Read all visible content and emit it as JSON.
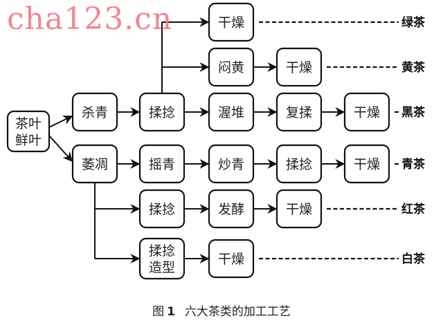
{
  "watermark": "cha123.cn",
  "caption": {
    "prefix": "图",
    "number": "1",
    "title": "六大茶类的加工工艺"
  },
  "nodes": [
    {
      "id": "fresh",
      "lines": [
        "茶叶",
        "鲜叶"
      ]
    },
    {
      "id": "shaqing",
      "lines": [
        "杀青"
      ]
    },
    {
      "id": "weidiao",
      "lines": [
        "萎凋"
      ]
    },
    {
      "id": "rounian1",
      "lines": [
        "揉捻"
      ]
    },
    {
      "id": "yaoqing",
      "lines": [
        "摇青"
      ]
    },
    {
      "id": "rounian2",
      "lines": [
        "揉捻"
      ]
    },
    {
      "id": "rnzx",
      "lines": [
        "揉捻",
        "造型"
      ]
    },
    {
      "id": "gz_green",
      "lines": [
        "干燥"
      ]
    },
    {
      "id": "menhuang",
      "lines": [
        "闷黄"
      ]
    },
    {
      "id": "wodui",
      "lines": [
        "渥堆"
      ]
    },
    {
      "id": "chaoqing",
      "lines": [
        "炒青"
      ]
    },
    {
      "id": "fajiao",
      "lines": [
        "发酵"
      ]
    },
    {
      "id": "gz_white",
      "lines": [
        "干燥"
      ]
    },
    {
      "id": "gz_yellow",
      "lines": [
        "干燥"
      ]
    },
    {
      "id": "furou",
      "lines": [
        "复揉"
      ]
    },
    {
      "id": "rounian3",
      "lines": [
        "揉捻"
      ]
    },
    {
      "id": "gz_red",
      "lines": [
        "干燥"
      ]
    },
    {
      "id": "gz_dark",
      "lines": [
        "干燥"
      ]
    },
    {
      "id": "gz_oolong",
      "lines": [
        "干燥"
      ]
    }
  ],
  "tea_types": [
    {
      "id": "green",
      "label": "绿茶"
    },
    {
      "id": "yellow",
      "label": "黄茶"
    },
    {
      "id": "dark",
      "label": "黑茶"
    },
    {
      "id": "oolong",
      "label": "青茶"
    },
    {
      "id": "red",
      "label": "红茶"
    },
    {
      "id": "white",
      "label": "白茶"
    }
  ],
  "edges": [
    [
      "fresh",
      "shaqing"
    ],
    [
      "fresh",
      "weidiao"
    ],
    [
      "shaqing",
      "rounian1"
    ],
    [
      "rounian1",
      "gz_green"
    ],
    [
      "rounian1",
      "menhuang"
    ],
    [
      "rounian1",
      "wodui"
    ],
    [
      "menhuang",
      "gz_yellow"
    ],
    [
      "wodui",
      "furou"
    ],
    [
      "furou",
      "gz_dark"
    ],
    [
      "weidiao",
      "yaoqing"
    ],
    [
      "yaoqing",
      "chaoqing"
    ],
    [
      "chaoqing",
      "rounian3"
    ],
    [
      "rounian3",
      "gz_oolong"
    ],
    [
      "weidiao",
      "rounian2"
    ],
    [
      "rounian2",
      "fajiao"
    ],
    [
      "fajiao",
      "gz_red"
    ],
    [
      "weidiao",
      "rnzx"
    ],
    [
      "rnzx",
      "gz_white"
    ]
  ],
  "outputs": [
    [
      "gz_green",
      "green"
    ],
    [
      "gz_yellow",
      "yellow"
    ],
    [
      "gz_dark",
      "dark"
    ],
    [
      "gz_oolong",
      "oolong"
    ],
    [
      "gz_red",
      "red"
    ],
    [
      "gz_white",
      "white"
    ]
  ]
}
